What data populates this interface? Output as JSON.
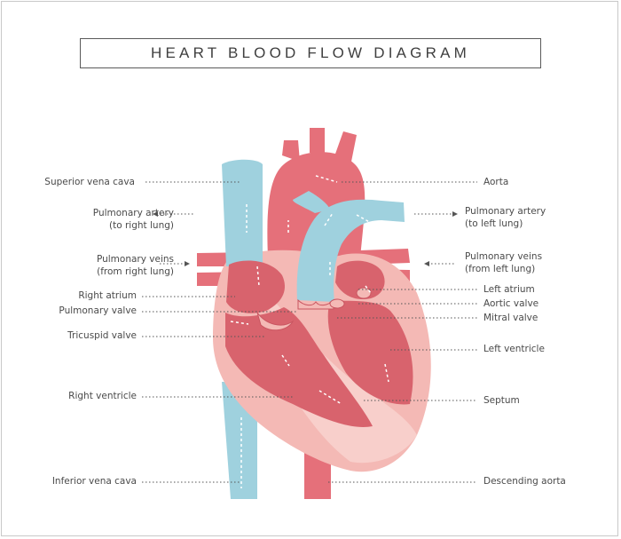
{
  "title": "HEART BLOOD FLOW DIAGRAM",
  "colors": {
    "vein_blue": "#9fd1de",
    "artery_red": "#e5707a",
    "chamber_dark": "#d8636d",
    "wall_light": "#f4b9b5",
    "wall_pale": "#f8cfcb",
    "leader_line": "#555555"
  },
  "labels_left": {
    "superior_vena_cava": "Superior vena cava",
    "pulmonary_artery_right_1": "Pulmonary artery",
    "pulmonary_artery_right_2": "(to right lung)",
    "pulmonary_veins_right_1": "Pulmonary veins",
    "pulmonary_veins_right_2": "(from right lung)",
    "right_atrium": "Right atrium",
    "pulmonary_valve": "Pulmonary valve",
    "tricuspid_valve": "Tricuspid valve",
    "right_ventricle": "Right ventricle",
    "inferior_vena_cava": "Inferior vena cava"
  },
  "labels_right": {
    "aorta": "Aorta",
    "pulmonary_artery_left_1": "Pulmonary artery",
    "pulmonary_artery_left_2": "(to left lung)",
    "pulmonary_veins_left_1": "Pulmonary veins",
    "pulmonary_veins_left_2": "(from left lung)",
    "left_atrium": "Left atrium",
    "aortic_valve": "Aortic valve",
    "mitral_valve": "Mitral valve",
    "left_ventricle": "Left ventricle",
    "septum": "Septum",
    "descending_aorta": "Descending aorta"
  }
}
